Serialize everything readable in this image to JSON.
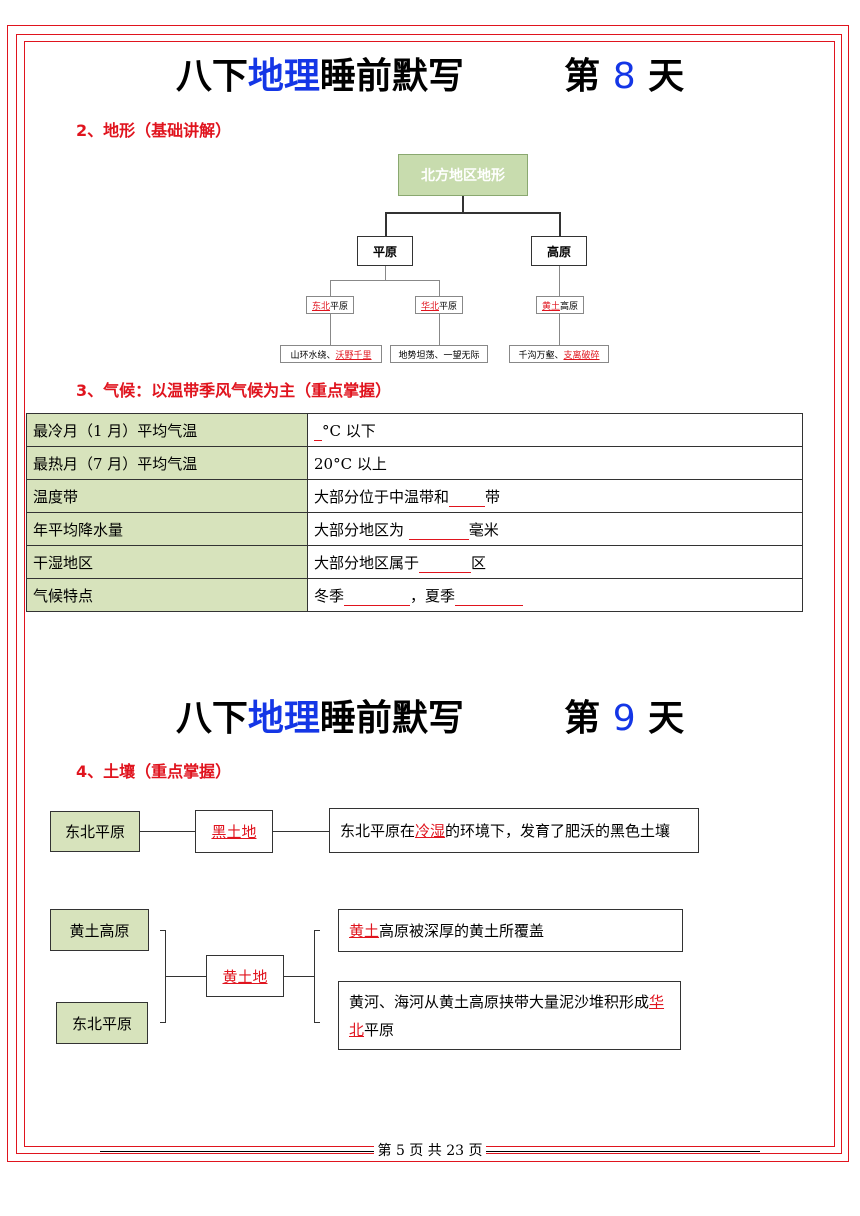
{
  "day8": {
    "title_pre": "八下",
    "title_blue": "地理",
    "title_post": "睡前默写",
    "title_day_pre": "第 ",
    "title_day_num": "8",
    "title_day_post": " 天"
  },
  "section2": {
    "heading": "2、地形（基础讲解）"
  },
  "terrain": {
    "root": "北方地区地形",
    "plain": "平原",
    "plateau": "高原",
    "leaf1_red": "东北",
    "leaf1_rest": "平原",
    "leaf2_red": "华北",
    "leaf2_rest": "平原",
    "leaf3_red": "黄土",
    "leaf3_rest": "高原",
    "desc1_pre": "山环水绕、",
    "desc1_red": "沃野千里",
    "desc2": "地势坦荡、一望无际",
    "desc3_pre": "千沟万壑、",
    "desc3_red": "支离破碎"
  },
  "section3": {
    "heading": "3、气候：以温带季风气候为主（重点掌握）"
  },
  "climate_table": [
    {
      "label": "最冷月（1 月）平均气温",
      "pre": "",
      "post": "°C 以下",
      "blank": "short"
    },
    {
      "label": "最热月（7 月）平均气温",
      "pre": "20°C 以上",
      "post": "",
      "blank": "none"
    },
    {
      "label": "温度带",
      "pre": "大部分位于中温带和",
      "post": "带",
      "blank": "medium"
    },
    {
      "label": "年平均降水量",
      "pre": "大部分地区为 ",
      "post": "毫米",
      "blank": "long"
    },
    {
      "label": "干湿地区",
      "pre": "大部分地区属于",
      "post": "区",
      "blank": "long"
    },
    {
      "label": "气候特点",
      "pre": "冬季",
      "mid": "，夏季",
      "post": "",
      "blank": "double"
    }
  ],
  "day9": {
    "title_pre": "八下",
    "title_blue": "地理",
    "title_post": "睡前默写",
    "title_day_pre": "第 ",
    "title_day_num": "9",
    "title_day_post": " 天"
  },
  "section4": {
    "heading": "4、土壤（重点掌握）"
  },
  "soil": {
    "ne_plain": "东北平原",
    "black_soil": "黑土地",
    "ne_desc_pre": "东北平原在",
    "ne_desc_red": "冷湿",
    "ne_desc_post": "的环境下，发育了肥沃的黑色土壤",
    "loess_plateau": "黄土高原",
    "ne_plain2": "东北平原",
    "loess_soil": "黄土地",
    "loess_desc_red": "黄土",
    "loess_desc_post": "高原被深厚的黄土所覆盖",
    "river_desc_pre": "黄河、海河从黄土高原挟带大量泥沙堆积形成",
    "river_desc_red1": "华",
    "river_desc_red2": "北",
    "river_desc_post": "平原"
  },
  "footer": {
    "text": "第  5  页  共  23  页"
  }
}
